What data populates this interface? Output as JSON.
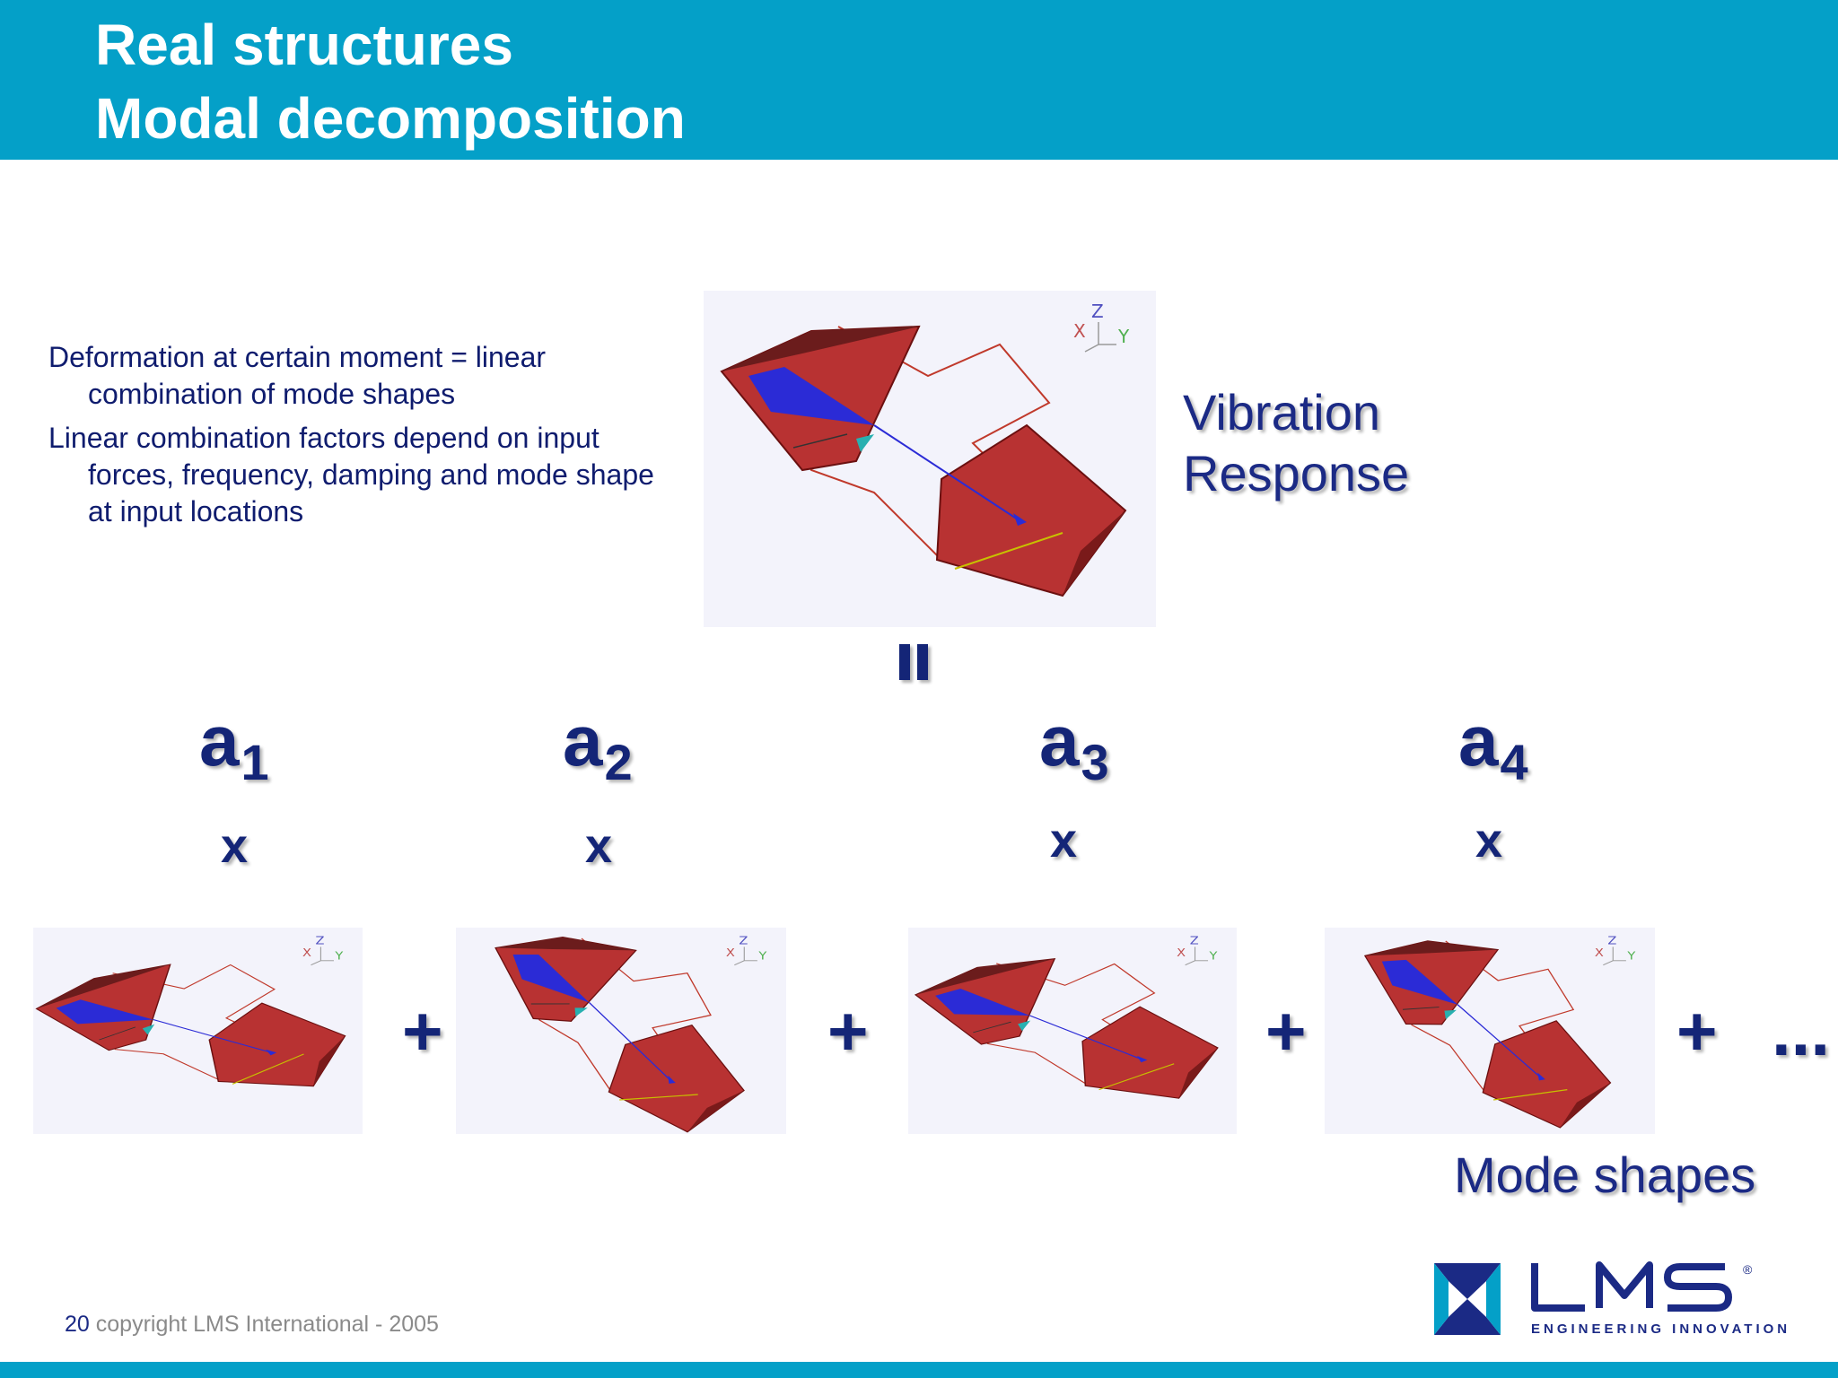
{
  "header": {
    "title_line1": "Real structures",
    "title_line2": "Modal decomposition",
    "background_color": "#04a0c8"
  },
  "bullets": [
    "Deformation at certain moment = linear combination of mode shapes",
    "Linear combination factors depend on input forces, frequency, damping and mode shape at input locations"
  ],
  "vibration_response_label": [
    "Vibration",
    "Response"
  ],
  "mode_shapes_label": "Mode shapes",
  "coefficients": [
    {
      "symbol": "a",
      "index": "1"
    },
    {
      "symbol": "a",
      "index": "2"
    },
    {
      "symbol": "a",
      "index": "3"
    },
    {
      "symbol": "a",
      "index": "4"
    }
  ],
  "multiply_symbol": "x",
  "plus_symbol": "+",
  "ellipsis": "...",
  "equals_symbol": "=",
  "axis_labels": {
    "x": "X",
    "y": "Y",
    "z": "Z"
  },
  "footer": {
    "page_number": "20",
    "copyright": "copyright LMS International - 2005"
  },
  "logo": {
    "name": "LMS",
    "registered": "®",
    "tagline": "ENGINEERING INNOVATION"
  },
  "colors": {
    "title_text": "#ffffff",
    "body_text": "#0f1c6e",
    "symbol_text": "#142577",
    "structure_red": "#b83232",
    "structure_blue": "#2b2bd6",
    "panel_background": "#f3f3fb"
  }
}
